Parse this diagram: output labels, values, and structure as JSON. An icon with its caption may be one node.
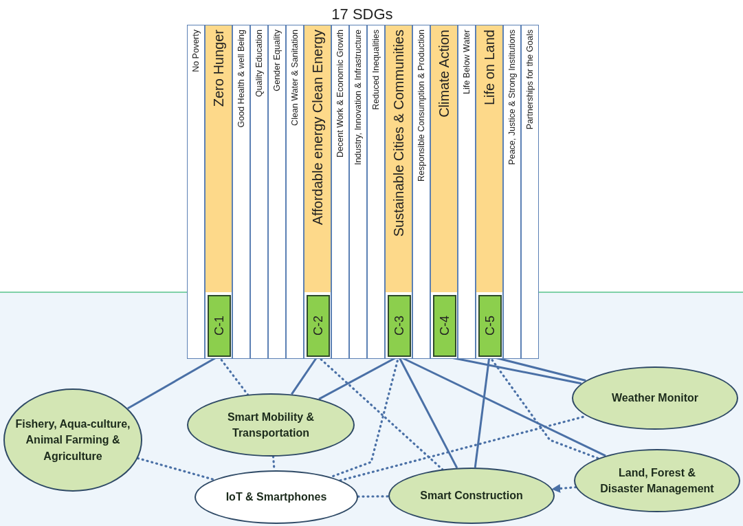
{
  "diagram": {
    "title": "17 SDGs",
    "nodes": [
      {
        "text": [
          "No Poverty"
        ]
      },
      {
        "text": [
          "Zero Hunger"
        ]
      },
      {
        "text": [
          "Good Health & well Being"
        ]
      },
      {
        "text": [
          "Quality Education"
        ]
      },
      {
        "text": [
          "Gender Equality"
        ]
      },
      {
        "text": [
          "Clean Water & Sanitation"
        ]
      },
      {
        "text": [
          "Affordable energy Clean Energy"
        ]
      },
      {
        "text": [
          "Decent Work & Economic Growth"
        ]
      },
      {
        "text": [
          "Industry, Innovation & Infrastructure"
        ]
      },
      {
        "text": [
          "Reduced Inequalities"
        ]
      },
      {
        "text": [
          "Sustainable Cities & Communities"
        ]
      },
      {
        "text": [
          "Responsible Consumption & Production"
        ]
      },
      {
        "text": [
          "Climate Action"
        ]
      },
      {
        "text": [
          "Life Below Water"
        ]
      },
      {
        "text": [
          "Life on Land"
        ]
      },
      {
        "text": [
          "Peace, Justice & Strong Institutions"
        ]
      },
      {
        "text": [
          "Partnerships for the Goals"
        ]
      },
      {
        "text": [
          "C-1"
        ],
        "in": 1
      },
      {
        "text": [
          "C-2"
        ],
        "in": 6
      },
      {
        "text": [
          "C-3"
        ],
        "in": 10
      },
      {
        "text": [
          "C-4"
        ],
        "in": 12
      },
      {
        "text": [
          "C-5"
        ],
        "in": 14
      },
      {
        "text": [
          "Fishery, Aqua-culture, Animal Farming & Agriculture"
        ]
      },
      {
        "text": [
          "Smart Mobility & Transportation"
        ]
      },
      {
        "text": [
          "IoT & Smartphones"
        ]
      },
      {
        "text": [
          "Smart Construction"
        ]
      },
      {
        "text": [
          "Weather Monitor"
        ]
      },
      {
        "text": [
          "Land, Forest & Disaster Management"
        ]
      }
    ],
    "edges": [
      {
        "from": 17,
        "to": 22,
        "arrow": "none"
      },
      {
        "from": 17,
        "to": 23,
        "arrow": "none",
        "style": "dashed"
      },
      {
        "from": 18,
        "to": 23,
        "arrow": "none"
      },
      {
        "from": 18,
        "to": 25,
        "arrow": "none",
        "style": "dashed"
      },
      {
        "from": 19,
        "to": 23,
        "arrow": "none"
      },
      {
        "from": 19,
        "to": 24,
        "arrow": "none",
        "style": "dashed"
      },
      {
        "from": 19,
        "to": 25,
        "arrow": "none"
      },
      {
        "from": 19,
        "to": 27,
        "arrow": "none"
      },
      {
        "from": 20,
        "to": 26,
        "arrow": "none"
      },
      {
        "from": 21,
        "to": 25,
        "arrow": "none"
      },
      {
        "from": 21,
        "to": 26,
        "arrow": "none"
      },
      {
        "from": 21,
        "to": 27,
        "arrow": "none",
        "style": "dashed"
      },
      {
        "from": 22,
        "to": 24,
        "arrow": "none",
        "style": "dashed"
      },
      {
        "from": 23,
        "to": 24,
        "arrow": "none",
        "style": "dashed"
      },
      {
        "from": 24,
        "to": 26,
        "arrow": "none",
        "style": "dashed"
      },
      {
        "from": 24,
        "to": 25,
        "arrow": "none",
        "style": "dashed"
      },
      {
        "from": 27,
        "to": 25,
        "arrow": "to",
        "style": "dashed"
      }
    ]
  }
}
